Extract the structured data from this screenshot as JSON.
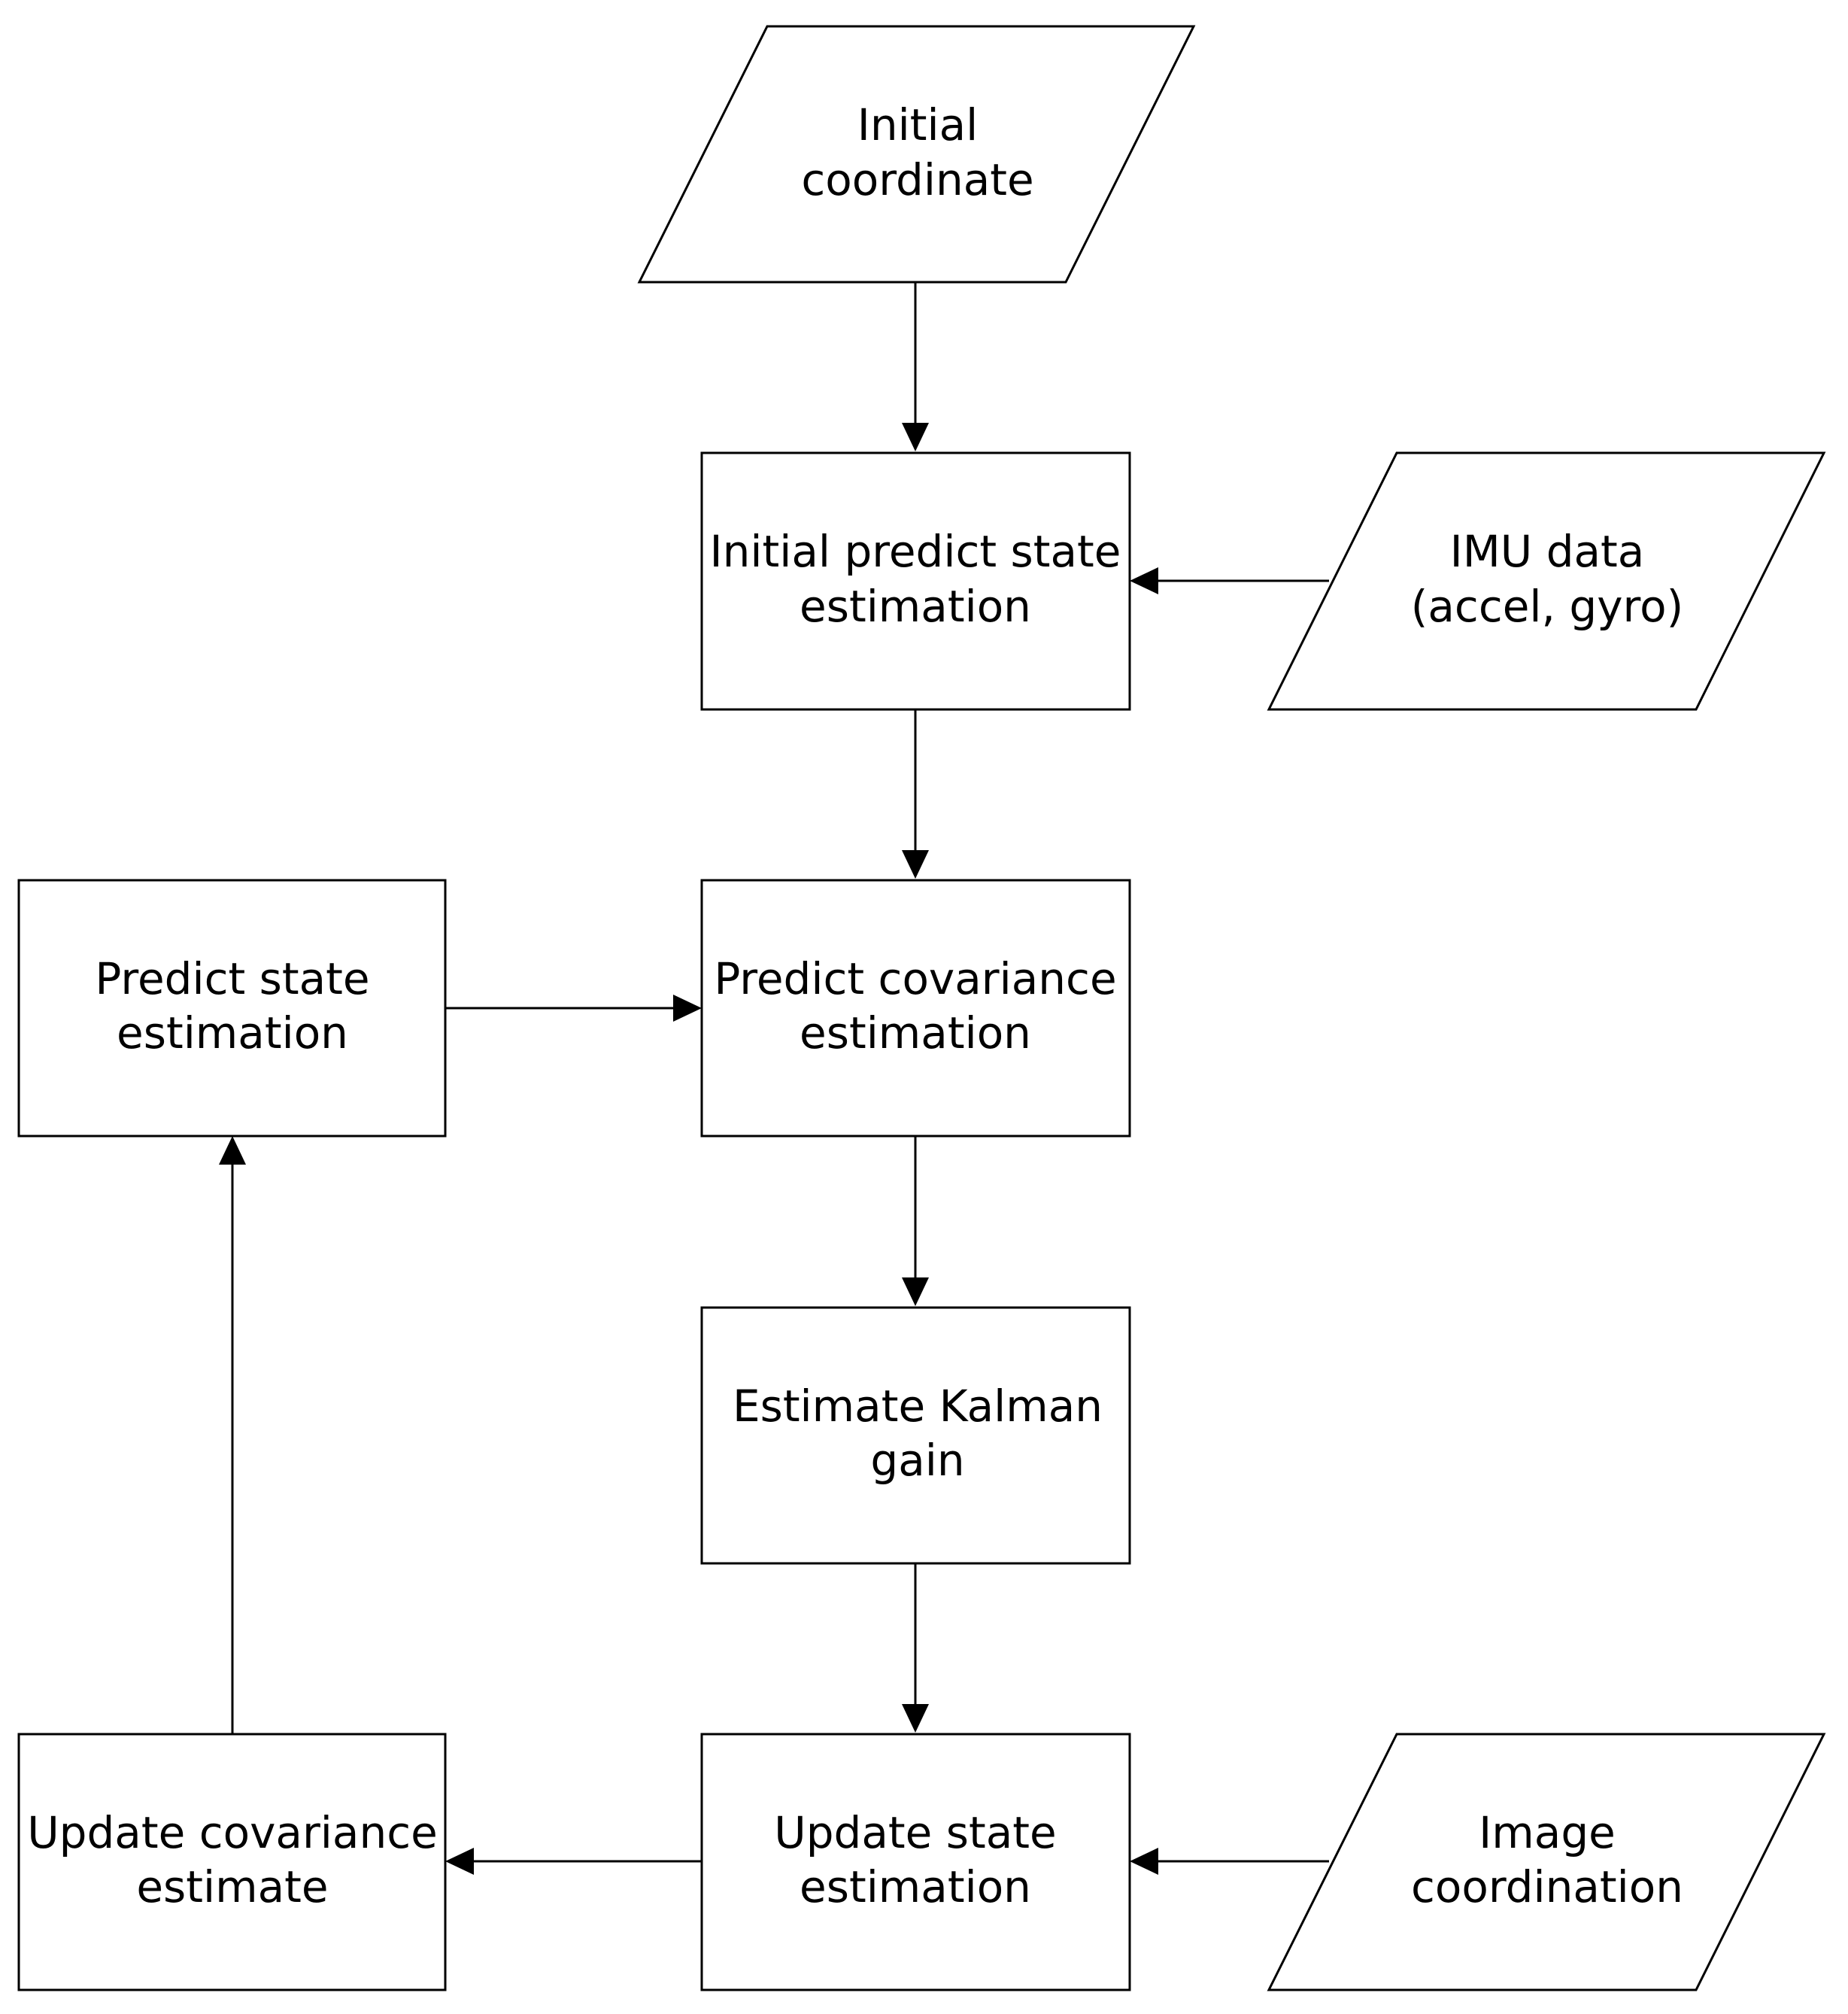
{
  "nodes": {
    "initial_coordinate": {
      "shape": "parallelogram",
      "lines": [
        "Initial",
        "coordinate"
      ]
    },
    "initial_predict_state": {
      "shape": "rectangle",
      "lines": [
        "Initial predict state",
        "estimation"
      ]
    },
    "imu_data": {
      "shape": "parallelogram",
      "lines": [
        "IMU data",
        "(accel, gyro)"
      ]
    },
    "predict_state": {
      "shape": "rectangle",
      "lines": [
        "Predict state",
        "estimation"
      ]
    },
    "predict_covariance": {
      "shape": "rectangle",
      "lines": [
        "Predict covariance",
        "estimation"
      ]
    },
    "kalman_gain": {
      "shape": "rectangle",
      "lines": [
        "Estimate Kalman",
        "gain"
      ]
    },
    "update_covariance": {
      "shape": "rectangle",
      "lines": [
        "Update covariance",
        "estimate"
      ]
    },
    "update_state": {
      "shape": "rectangle",
      "lines": [
        "Update state",
        "estimation"
      ]
    },
    "image_coordination": {
      "shape": "parallelogram",
      "lines": [
        "Image",
        "coordination"
      ]
    }
  },
  "edges": [
    {
      "from": "initial_coordinate",
      "to": "initial_predict_state"
    },
    {
      "from": "imu_data",
      "to": "initial_predict_state"
    },
    {
      "from": "initial_predict_state",
      "to": "predict_covariance"
    },
    {
      "from": "predict_state",
      "to": "predict_covariance"
    },
    {
      "from": "predict_covariance",
      "to": "kalman_gain"
    },
    {
      "from": "kalman_gain",
      "to": "update_state"
    },
    {
      "from": "image_coordination",
      "to": "update_state"
    },
    {
      "from": "update_state",
      "to": "update_covariance"
    },
    {
      "from": "update_covariance",
      "to": "predict_state"
    }
  ],
  "style": {
    "stroke_color": "#000000",
    "fill_color": "#ffffff",
    "text_color": "#000000"
  }
}
